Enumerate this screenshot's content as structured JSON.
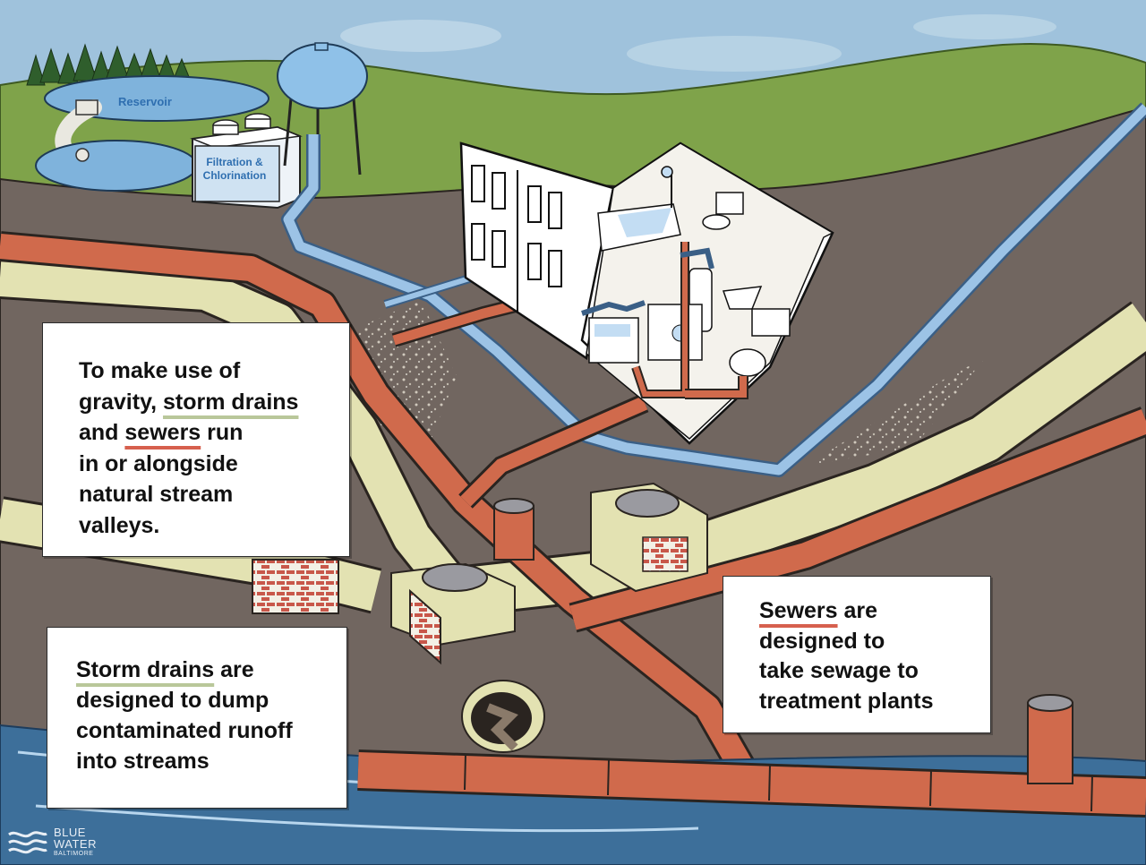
{
  "labels": {
    "reservoir": "Reservoir",
    "filtration_line1": "Filtration &",
    "filtration_line2": "Chlorination"
  },
  "callouts": {
    "gravity": {
      "line1": "To make use of",
      "line2_pre": "gravity, ",
      "line2_key": "storm drains",
      "line3_pre": "and ",
      "line3_key": "sewers",
      "line3_post": " run",
      "line4": "in or alongside",
      "line5": "natural stream",
      "line6": "valleys."
    },
    "storm": {
      "line1_key": "Storm drains",
      "line1_post": " are",
      "line2": "designed to dump",
      "line3": "contaminated runoff",
      "line4": "into streams"
    },
    "sewers": {
      "line1_key": "Sewers",
      "line1_post": " are",
      "line2": "designed to",
      "line3": "take sewage to",
      "line4": "treatment plants"
    }
  },
  "logo": {
    "word1": "BLUE",
    "word2": "WATER",
    "word3": "BALTIMORE"
  },
  "colors": {
    "sky": "#9fc2dc",
    "hill": "#7fa34a",
    "soil": "#716660",
    "water_pipe": "#8fb6dc",
    "sewer_pipe": "#d06a4c",
    "storm_pipe": "#e3e2b2",
    "stream": "#3d6f9a",
    "brick": "#c8574a"
  }
}
